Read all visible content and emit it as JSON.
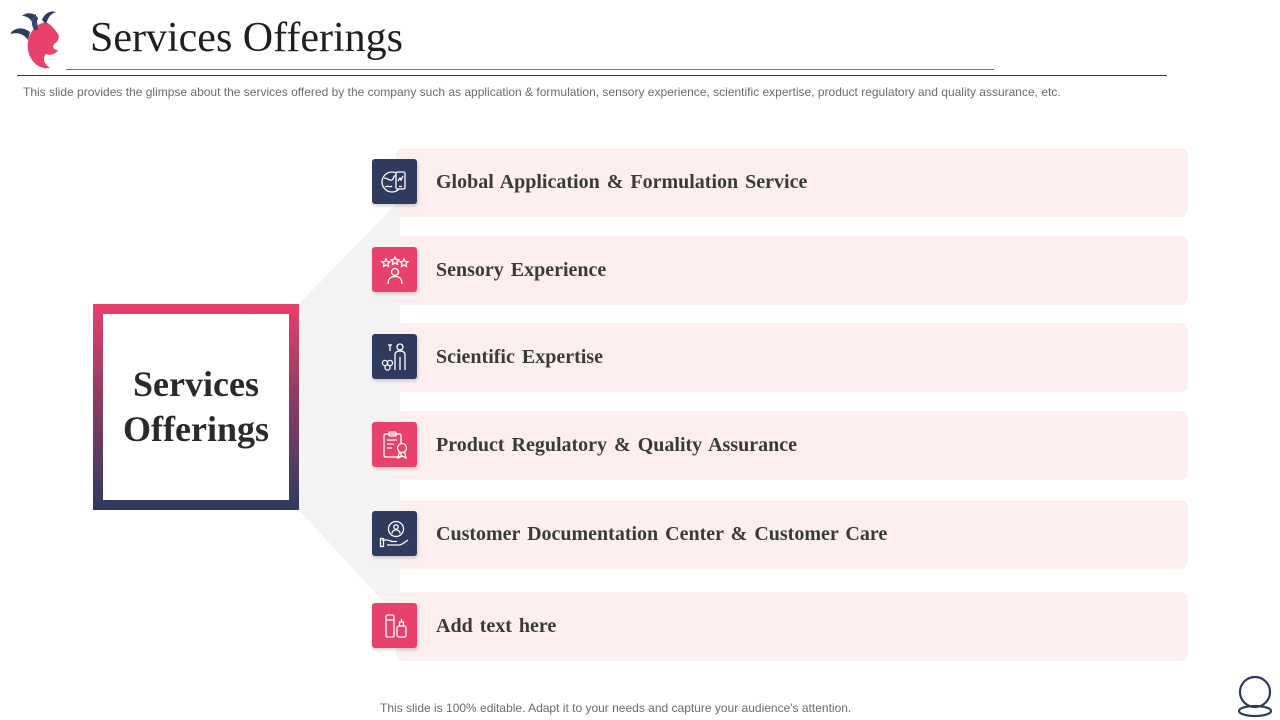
{
  "header": {
    "title": "Services Offerings",
    "subtitle": "This slide provides  the glimpse about the services offered  by the company such as application & formulation,  sensory experience, scientific expertise, product regulatory and quality assurance, etc."
  },
  "center": {
    "label": "Services\nOfferings"
  },
  "services": [
    {
      "label": "Global Application  & Formulation  Service",
      "icon": "globe-smartphone-icon",
      "tile_color": "#2f3a5e"
    },
    {
      "label": "Sensory  Experience",
      "icon": "user-stars-icon",
      "tile_color": "#e8416c"
    },
    {
      "label": "Scientific  Expertise",
      "icon": "scientist-icon",
      "tile_color": "#2f3a5e"
    },
    {
      "label": "Product Regulatory  & Quality  Assurance",
      "icon": "certificate-clipboard-icon",
      "tile_color": "#e8416c"
    },
    {
      "label": "Customer  Documentation  Center & Customer  Care",
      "icon": "customer-care-hand-icon",
      "tile_color": "#2f3a5e"
    },
    {
      "label": "Add text here",
      "icon": "cosmetics-icon",
      "tile_color": "#e8416c"
    }
  ],
  "footer": {
    "text": "This slide is 100% editable. Adapt it to your needs and capture your audience's attention."
  },
  "colors": {
    "accent_pink": "#e8416c",
    "navy": "#2f3a5e",
    "bar_bg": "#fdeef0"
  }
}
